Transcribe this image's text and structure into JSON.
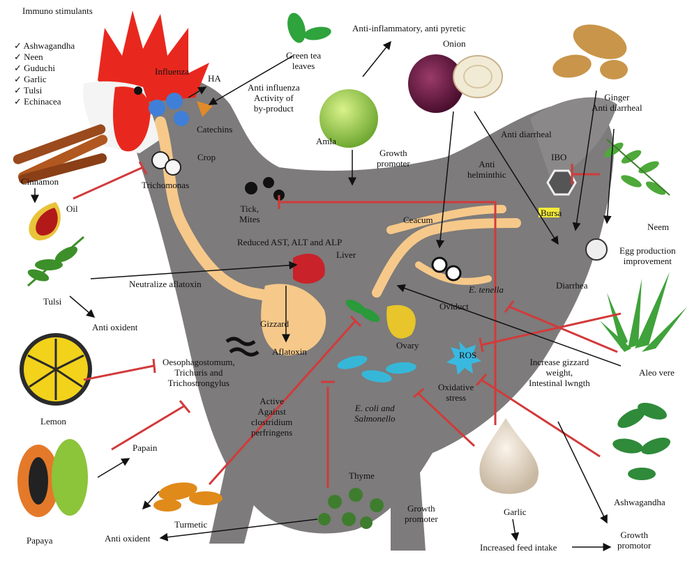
{
  "immuno": {
    "title": "Immuno stimulants",
    "items": [
      "Ashwagandha",
      "Neen",
      "Guduchi",
      "Garlic",
      "Tulsi",
      "Echinacea"
    ]
  },
  "labels": {
    "influenza": "Influenza",
    "ha": "HA",
    "catechins": "Catechins",
    "crop": "Crop",
    "trichomonas": "Trichomonas",
    "cinnamon": "Cinnamon",
    "oil": "Oil",
    "green_tea": "Green tea\nleaves",
    "anti_influenza": "Anti influenza\nActivity of\nby-product",
    "anti_inflammatory": "Anti-inflammatory, anti pyretic",
    "onion": "Onion",
    "amla": "Amla",
    "growth_promoter_top": "Growth\npromoter",
    "anti_diarrheal_mid": "Anti diarrheal",
    "ginger": "Ginger\nAnti diarrheal",
    "ibo": "IBO",
    "anti_helminthic": "Anti\nhelminthic",
    "bursa": "Bursa",
    "neem": "Neem",
    "egg": "Egg production\nimprovement",
    "tick": "Tick,\nMites",
    "ceacum": "Ceacum",
    "reduced": "Reduced AST, ALT and ALP",
    "liver": "Liver",
    "tulsi": "Tulsi",
    "neutralize": "Neutralize aflatoxin",
    "anti_oxident_left": "Anti oxident",
    "diarrhea": "Diarrhea",
    "e_tenella": "E. tenella",
    "oviduct": "Oviduct",
    "gizzard": "Gizzard",
    "ovary": "Ovary",
    "aflatoxin": "Aflatoxin",
    "lemon": "Lemon",
    "oesophago": "Oesophagostomum,\nTrichuris and\nTrichostrongylus",
    "ros": "ROS",
    "oxidative": "Oxidative\nstress",
    "increase_gizzard": "Increase gizzard\nweight,\nIntestinal lwngth",
    "aleo": "Aleo vere",
    "ecoli": "E. coli and\nSalmonello",
    "active": "Active\nAgainst\nclostridium\nperfringens",
    "papain": "Papain",
    "papaya": "Papaya",
    "thyme": "Thyme",
    "turmetic": "Turmetic",
    "anti_oxident_bottom": "Anti oxident",
    "growth_promoter_bottom": "Growth\npromoter",
    "garlic": "Garlic",
    "ashwagandha": "Ashwagandha",
    "increased_feed": "Increased feed intake",
    "growth_promotor": "Growth\npromotor"
  },
  "colors": {
    "hen_body": "#7d7b7b",
    "gut": "#f6c98a",
    "inhibit_line": "#d23a3a",
    "comb": "#e8281e",
    "arrow": "#111111"
  }
}
